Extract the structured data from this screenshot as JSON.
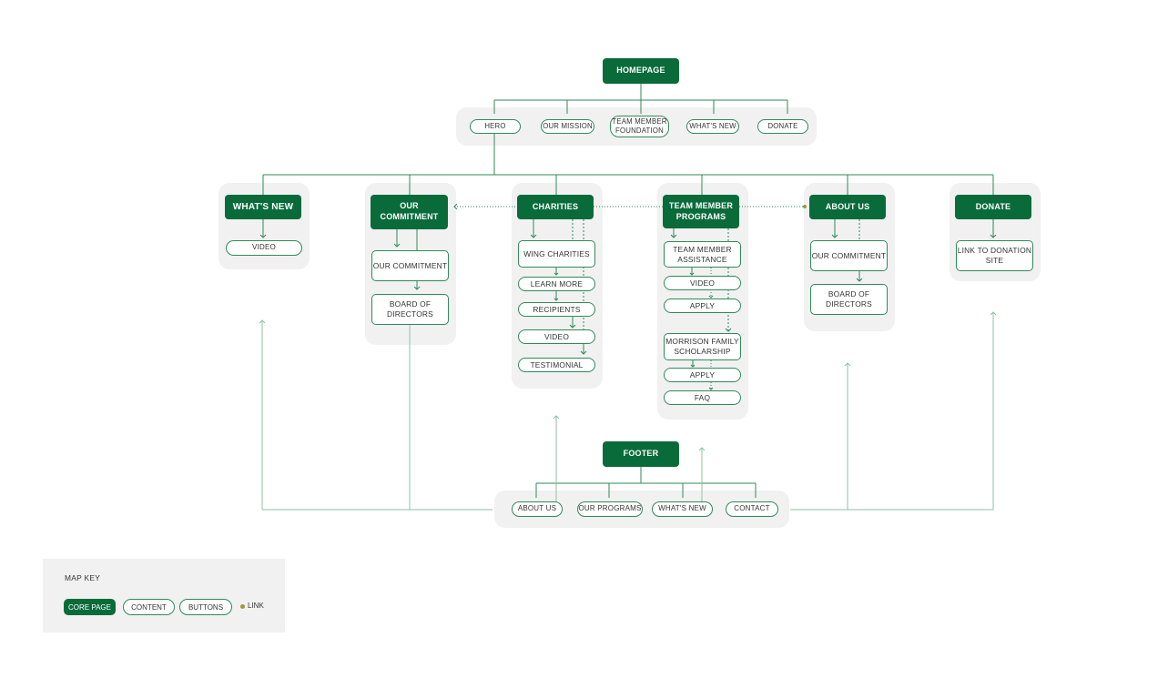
{
  "colors": {
    "core_fill": "#0a6b3a",
    "content_border": "#2f8a5a",
    "panel_bg": "#f1f1f1",
    "line": "#2f8a5a",
    "link_dot": "#9a9a3a"
  },
  "homepage": {
    "label": "HOMEPAGE",
    "sections": [
      "HERO",
      "OUR MISSION",
      "TEAM MEMBER FOUNDATION",
      "WHAT'S NEW",
      "DONATE"
    ]
  },
  "pages": {
    "whats_new": {
      "label": "WHAT'S NEW",
      "items": [
        "VIDEO"
      ]
    },
    "our_commitment": {
      "label": "OUR COMMITMENT",
      "items": [
        "OUR COMMITMENT",
        "BOARD OF DIRECTORS"
      ]
    },
    "charities": {
      "label": "CHARITIES",
      "items": [
        "WING CHARITIES",
        "LEARN MORE",
        "RECIPIENTS",
        "VIDEO",
        "TESTIMONIAL"
      ]
    },
    "team_member_programs": {
      "label": "TEAM MEMBER PROGRAMS",
      "items": [
        "TEAM MEMBER ASSISTANCE",
        "VIDEO",
        "APPLY",
        "MORRISON FAMILY SCHOLARSHIP",
        "APPLY",
        "FAQ"
      ]
    },
    "about_us": {
      "label": "ABOUT US",
      "items": [
        "OUR COMMITMENT",
        "BOARD OF DIRECTORS"
      ]
    },
    "donate": {
      "label": "DONATE",
      "items": [
        "LINK TO DONATION SITE"
      ]
    }
  },
  "footer": {
    "label": "FOOTER",
    "links": [
      "ABOUT US",
      "OUR PROGRAMS",
      "WHAT'S NEW",
      "CONTACT"
    ]
  },
  "map_key": {
    "title": "MAP KEY",
    "core": "CORE PAGE",
    "content": "CONTENT",
    "buttons": "BUTTONS",
    "link": "LINK"
  }
}
